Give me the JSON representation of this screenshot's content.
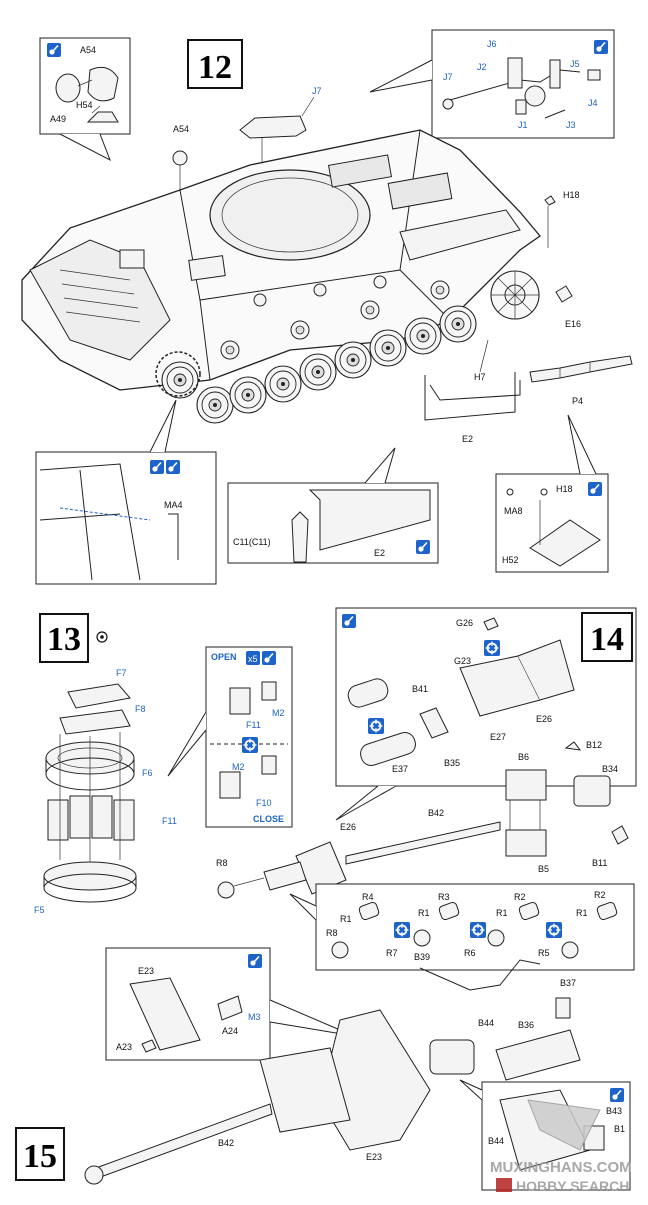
{
  "steps": {
    "s12": "12",
    "s13": "13",
    "s14": "14",
    "s15": "15"
  },
  "watermark": {
    "line1": "MUXINGHANS.COM",
    "line2": "HOBBY SEARCH"
  },
  "badges": {
    "open": "OPEN",
    "close": "CLOSE",
    "times": "x5"
  },
  "labels": {
    "A54a": "A54",
    "A49": "A49",
    "H54": "H54",
    "A54b": "A54",
    "J7top": "J7",
    "J6": "J6",
    "J5": "J5",
    "J7": "J7",
    "J2": "J2",
    "J4": "J4",
    "J1": "J1",
    "J3": "J3",
    "H18": "H18",
    "E16": "E16",
    "H7": "H7",
    "P4": "P4",
    "E2": "E2",
    "MA4": "MA4",
    "C11": "C11(C11)",
    "E2b": "E2",
    "MA8": "MA8",
    "H18b": "H18",
    "H52": "H52",
    "F7": "F7",
    "F8": "F8",
    "F6": "F6",
    "F11": "F11",
    "F5": "F5",
    "F11b": "F11",
    "M2": "M2",
    "M2b": "M2",
    "F10": "F10",
    "G26": "G26",
    "G23": "G23",
    "B41": "B41",
    "E26": "E26",
    "E27": "E27",
    "B35": "B35",
    "E37": "E37",
    "B6": "B6",
    "B12": "B12",
    "B34": "B34",
    "B5": "B5",
    "B11": "B11",
    "E26b": "E26",
    "B42": "B42",
    "R8": "R8",
    "R4": "R4",
    "R3": "R3",
    "R2": "R2",
    "R2b": "R2",
    "R1a": "R1",
    "R1b": "R1",
    "R1c": "R1",
    "R1d": "R1",
    "R8b": "R8",
    "R7": "R7",
    "R6": "R6",
    "R5": "R5",
    "E23": "E23",
    "A23": "A23",
    "A24": "A24",
    "M3": "M3",
    "B39": "B39",
    "B37": "B37",
    "B44": "B44",
    "B36": "B36",
    "E23b": "E23",
    "B42b": "B42",
    "B43": "B43",
    "B44b": "B44",
    "B1": "B1"
  }
}
